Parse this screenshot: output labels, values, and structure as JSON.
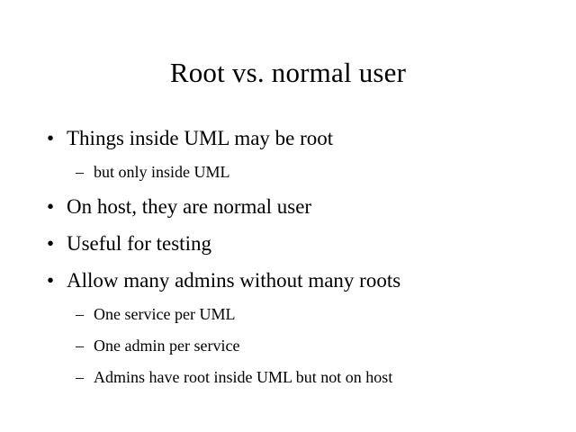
{
  "slide": {
    "title": "Root vs. normal user",
    "background_color": "#ffffff",
    "text_color": "#000000",
    "markers": {
      "level1": "•",
      "level2": "–"
    },
    "content": [
      {
        "level": 1,
        "text": "Things inside UML may be root"
      },
      {
        "level": 2,
        "text": "but only inside UML"
      },
      {
        "level": 1,
        "text": "On host, they are normal user"
      },
      {
        "level": 1,
        "text": "Useful for testing"
      },
      {
        "level": 1,
        "text": "Allow many admins without many roots"
      },
      {
        "level": 2,
        "text": "One service per UML"
      },
      {
        "level": 2,
        "text": "One admin per service"
      },
      {
        "level": 2,
        "text": "Admins have root inside UML but not on host"
      }
    ]
  }
}
